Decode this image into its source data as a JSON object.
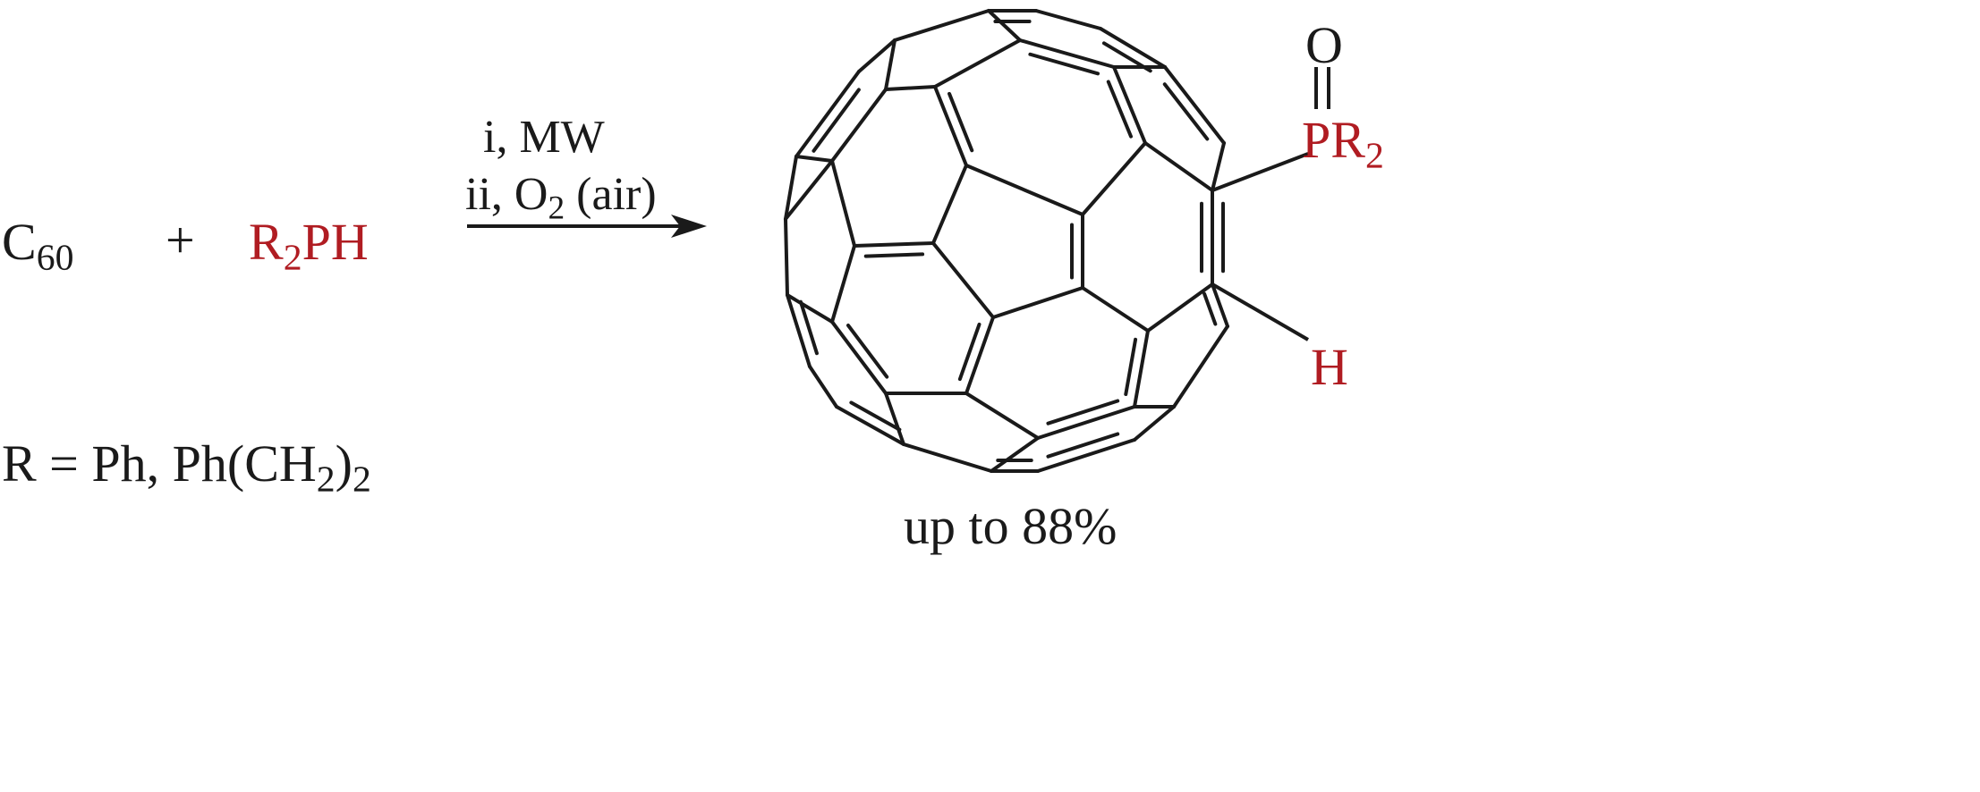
{
  "reactants": {
    "c60": {
      "main": "C",
      "sub": "60"
    },
    "plus": "+",
    "phosphine": {
      "r": "R",
      "sub": "2",
      "rest": "PH"
    },
    "r_definition": {
      "text1": "R = Ph, Ph(CH",
      "sub1": "2",
      "text2": ")",
      "sub2": "2"
    }
  },
  "conditions": {
    "step1": "i, MW",
    "step2_pre": "ii, O",
    "step2_sub": "2",
    "step2_post": " (air)"
  },
  "product": {
    "oxygen": "O",
    "phosphoryl": {
      "main": "PR",
      "sub": "2"
    },
    "hydrogen": "H",
    "yield": "up to 88%"
  },
  "colors": {
    "highlight": "#b01c22",
    "ink": "#1a1a1a"
  }
}
